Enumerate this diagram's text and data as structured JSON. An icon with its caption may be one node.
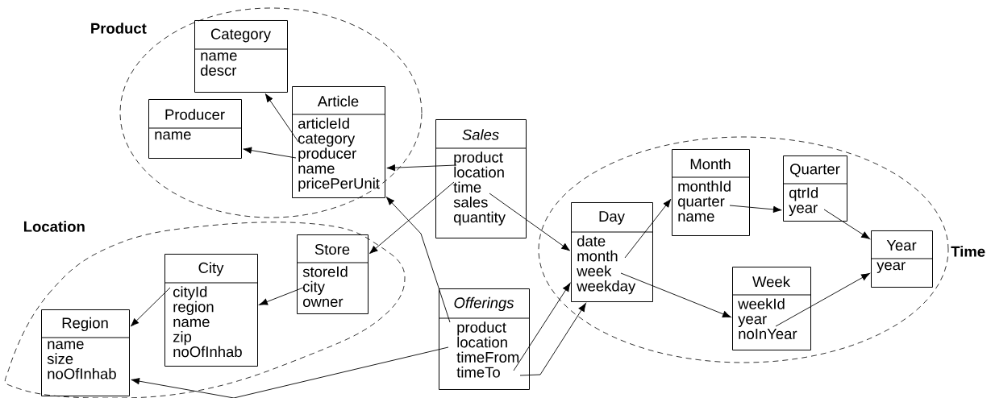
{
  "diagram": {
    "nodes": [
      {
        "text": [
          "Product"
        ]
      },
      {
        "text": [
          "Category",
          "name descr"
        ],
        "in": 0
      },
      {
        "text": [
          "Producer",
          "name"
        ],
        "in": 0
      },
      {
        "text": [
          "Article",
          "articleId category producer name pricePerUnit"
        ],
        "in": 0
      },
      {
        "text": [
          "Sales",
          "product location time sales quantity"
        ]
      },
      {
        "text": [
          "Time"
        ]
      },
      {
        "text": [
          "Day",
          "date month week weekday"
        ],
        "in": 5
      },
      {
        "text": [
          "Month",
          "monthId quarter name"
        ],
        "in": 5
      },
      {
        "text": [
          "Quarter",
          "qtrId year"
        ],
        "in": 5
      },
      {
        "text": [
          "Year",
          "year"
        ],
        "in": 5
      },
      {
        "text": [
          "Week",
          "weekId year noInYear"
        ],
        "in": 5
      },
      {
        "text": [
          "Location"
        ]
      },
      {
        "text": [
          "Region",
          "name size noOfInhab"
        ],
        "in": 11
      },
      {
        "text": [
          "City",
          "cityId region name zip noOfInhab"
        ],
        "in": 11
      },
      {
        "text": [
          "Store",
          "storeId city owner"
        ],
        "in": 11
      },
      {
        "text": [
          "Offerings",
          "product location timeFrom timeTo"
        ]
      }
    ],
    "edges": [
      {
        "from": 3,
        "to": 1,
        "arrow": "to"
      },
      {
        "from": 3,
        "to": 2,
        "arrow": "to"
      },
      {
        "from": 4,
        "to": 3,
        "arrow": "to"
      },
      {
        "from": 4,
        "to": 14,
        "arrow": "to"
      },
      {
        "from": 4,
        "to": 6,
        "arrow": "to"
      },
      {
        "from": 6,
        "to": 7,
        "arrow": "to"
      },
      {
        "from": 6,
        "to": 10,
        "arrow": "to"
      },
      {
        "from": 7,
        "to": 8,
        "arrow": "to"
      },
      {
        "from": 8,
        "to": 9,
        "arrow": "to"
      },
      {
        "from": 10,
        "to": 9,
        "arrow": "to"
      },
      {
        "from": 14,
        "to": 13,
        "arrow": "to"
      },
      {
        "from": 13,
        "to": 12,
        "arrow": "to"
      },
      {
        "from": 15,
        "to": 3,
        "arrow": "to"
      },
      {
        "from": 15,
        "to": 12,
        "arrow": "to"
      },
      {
        "from": 15,
        "to": 6,
        "arrow": "to"
      },
      {
        "from": 15,
        "to": 6,
        "arrow": "to"
      }
    ]
  }
}
